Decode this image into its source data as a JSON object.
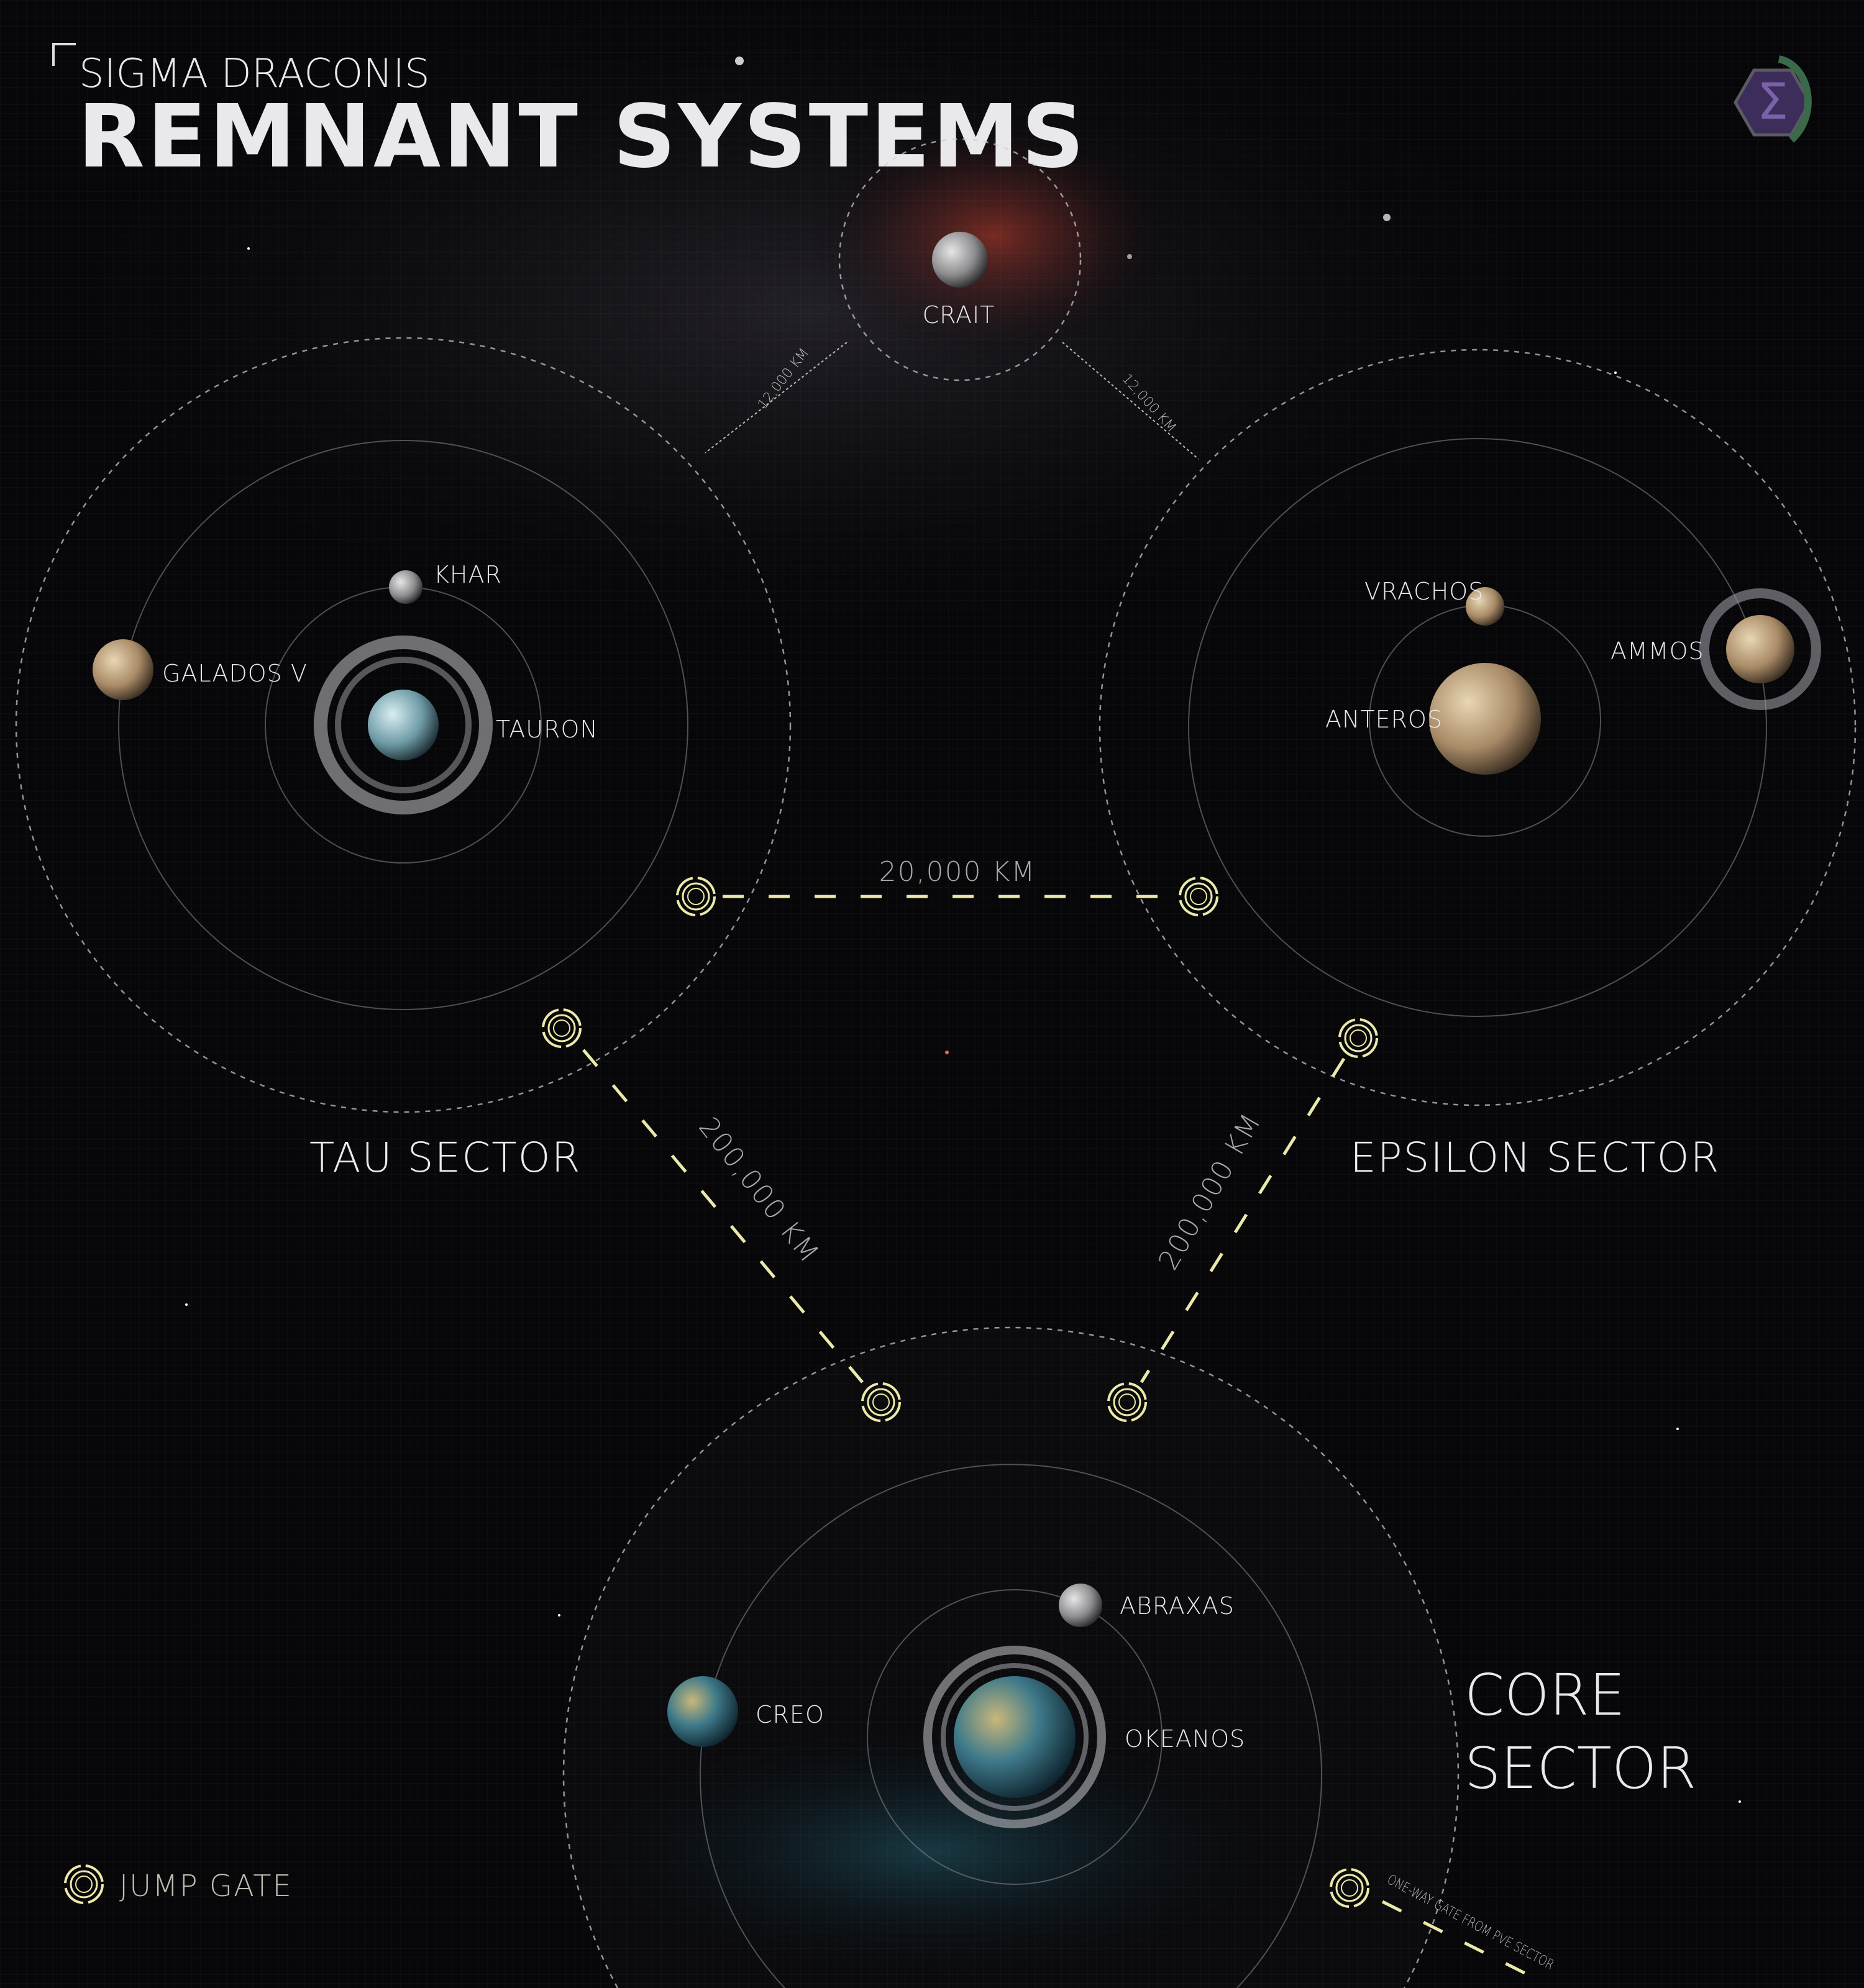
{
  "header": {
    "subtitle": "SIGMA DRACONIS",
    "title": "REMNANT SYSTEMS"
  },
  "logo": {
    "icon": "sigma-dragon-logo",
    "glyph": "Σ"
  },
  "crait": {
    "planet": "CRAIT",
    "link_left": "12,000 KM",
    "link_right": "12,000 KM"
  },
  "tau": {
    "label": "TAU SECTOR",
    "planets": [
      "KHAR",
      "GALADOS V",
      "TAURON"
    ]
  },
  "epsilon": {
    "label": "EPSILON SECTOR",
    "planets": [
      "VRACHOS",
      "ANTEROS",
      "AMMOS"
    ]
  },
  "core": {
    "label_line1": "CORE",
    "label_line2": "SECTOR",
    "planets": [
      "ABRAXAS",
      "CREO",
      "OKEANOS"
    ],
    "one_way_note": "ONE-WAY GATE FROM PVE SECTOR"
  },
  "distances": {
    "tau_epsilon": "20,000 KM",
    "tau_core": "200,000 KM",
    "epsilon_core": "200,000 KM"
  },
  "legend": {
    "label": "JUMP GATE",
    "icon": "jump-gate-icon"
  },
  "colors": {
    "gate": "#ece9a8",
    "background": "#07070a"
  }
}
